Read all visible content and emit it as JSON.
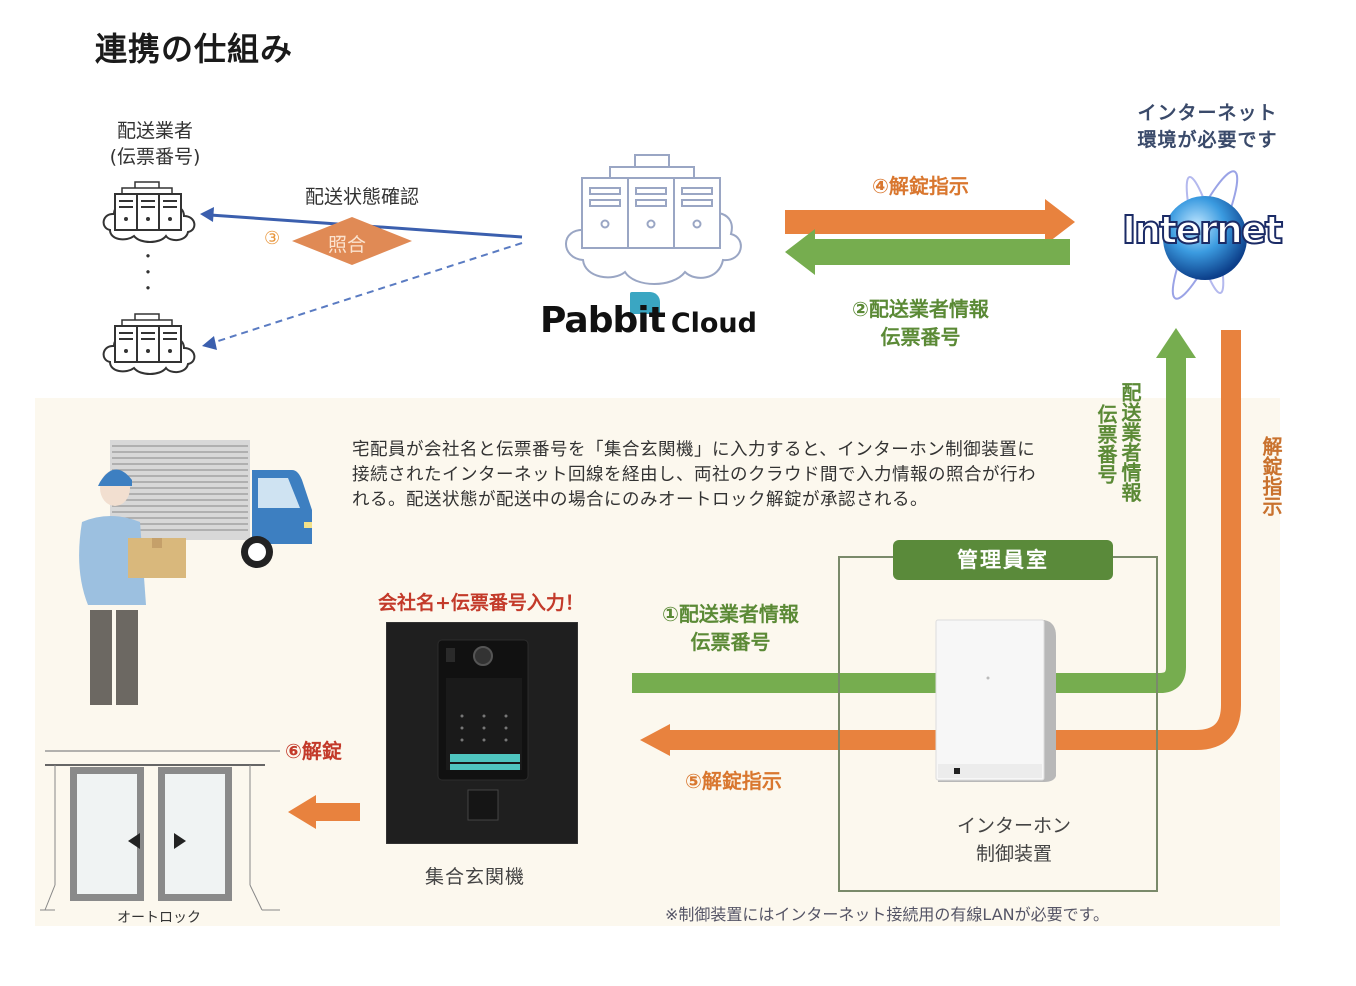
{
  "title": "連携の仕組み",
  "colors": {
    "orange_arrow": "#e8823e",
    "green_arrow": "#76ad4f",
    "blue_line": "#3b5fae",
    "office_tab": "#5a8a3a",
    "beige_background": "#fcf8ee",
    "red_label": "#c33a2a"
  },
  "delivery_company": {
    "label_line1": "配送業者",
    "label_line2": "(伝票番号)",
    "ellipsis": "・・・",
    "icon": "server-cloud-icon"
  },
  "status_check": {
    "label": "配送状態確認",
    "step_number": "③",
    "diamond_label": "照合"
  },
  "pabbit_cloud": {
    "logo_brand": "Pabbit",
    "logo_suffix": "Cloud",
    "icon": "server-cloud-icon"
  },
  "internet": {
    "note_line1": "インターネット",
    "note_line2": "環境が必要です",
    "logo_text": "Internet",
    "icon": "globe-icon"
  },
  "arrows": {
    "step4": "④解錠指示",
    "step2_line1": "②配送業者情報",
    "step2_line2": "伝票番号",
    "vertical_green_col1": "配送業者情報",
    "vertical_green_col2": "伝票番号",
    "vertical_orange": "解錠指示",
    "step1_line1": "①配送業者情報",
    "step1_line2": "伝票番号",
    "step5": "⑤解錠指示",
    "step6": "⑥解錠"
  },
  "description": "宅配員が会社名と伝票番号を「集合玄関機」に入力すると、インターホン制御装置に接続されたインターネット回線を経由し、両社のクラウド間で入力情報の照合が行われる。配送状態が配送中の場合にのみオートロック解錠が承認される。",
  "entrance_panel": {
    "callout": "会社名+伝票番号入力！",
    "label": "集合玄関機"
  },
  "office": {
    "tab_label": "管理員室",
    "device_label_line1": "インターホン",
    "device_label_line2": "制御装置"
  },
  "autolock": {
    "label": "オートロック"
  },
  "footnote": "※制御装置にはインターネット接続用の有線LANが必要です。"
}
